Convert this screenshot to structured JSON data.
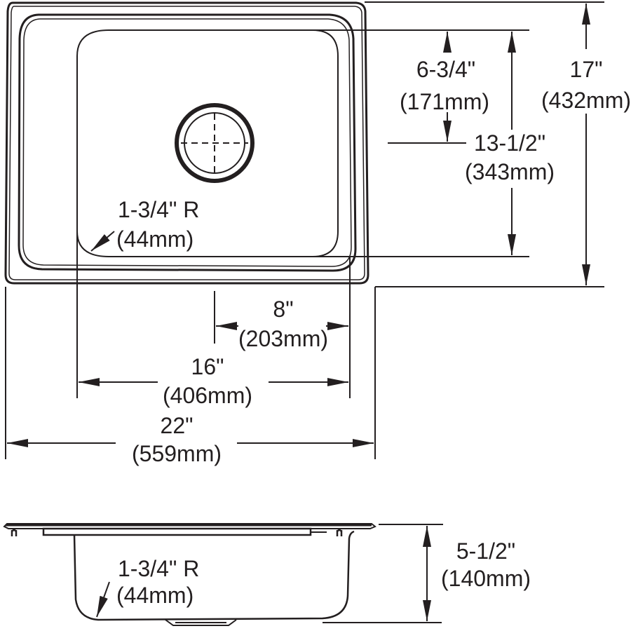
{
  "drawing": {
    "type": "sink dimension drawing",
    "colors": {
      "line": "#231f20",
      "background": "#ffffff"
    },
    "top_view": {
      "overall_width": {
        "in": "22\"",
        "mm": "(559mm)"
      },
      "overall_depth": {
        "in": "17\"",
        "mm": "(432mm)"
      },
      "bowl_width": {
        "in": "16\"",
        "mm": "(406mm)"
      },
      "bowl_depth": {
        "in": "13-1/2\"",
        "mm": "(343mm)"
      },
      "drain_from_back": {
        "in": "6-3/4\"",
        "mm": "(171mm)"
      },
      "drain_from_right": {
        "in": "8\"",
        "mm": "(203mm)"
      },
      "corner_radius": {
        "in": "1-3/4\" R",
        "mm": "(44mm)"
      }
    },
    "side_view": {
      "bowl_depth": {
        "in": "5-1/2\"",
        "mm": "(140mm)"
      },
      "corner_radius": {
        "in": "1-3/4\" R",
        "mm": "(44mm)"
      }
    }
  }
}
